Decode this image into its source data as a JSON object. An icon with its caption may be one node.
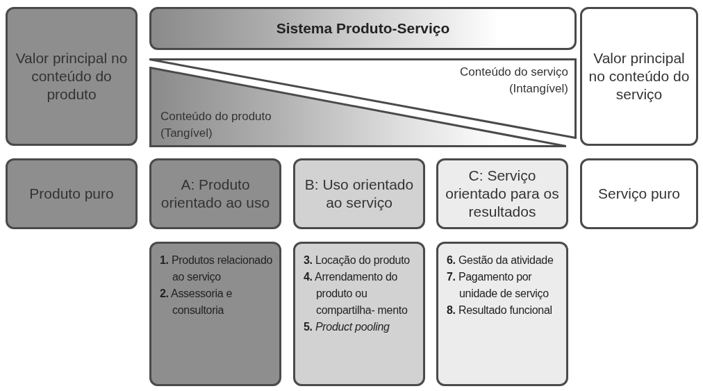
{
  "diagram": {
    "nodes": [
      {
        "text": [
          "Valor principal no conteúdo do produto"
        ]
      },
      {
        "text": [
          "Sistema Produto-Serviço"
        ]
      },
      {
        "text": [
          "Conteúdo do serviço (Intangível)"
        ]
      },
      {
        "text": [
          "Conteúdo do produto (Tangível)"
        ]
      },
      {
        "text": [
          "Valor principal no conteúdo do serviço"
        ]
      },
      {
        "text": [
          "Produto puro"
        ]
      },
      {
        "text": [
          "A: Produto orientado ao uso"
        ]
      },
      {
        "text": [
          "B: Uso orientado ao serviço"
        ]
      },
      {
        "text": [
          "C: Serviço orientado para os resultados"
        ]
      },
      {
        "text": [
          "Serviço puro"
        ]
      },
      {
        "text": [
          "**1.** Produtos relacionado ao serviço",
          "**2.** Assessoria e consultoria"
        ]
      },
      {
        "text": [
          "**3.** Locação do produto",
          "**4.** Arrendamento do produto ou compartilha- mento",
          "**5.** *Product pooling*"
        ]
      },
      {
        "text": [
          "**6.** Gestão da atividade",
          "**7.** Pagamento por unidade de serviço",
          "**8.** Resultado funcional"
        ]
      }
    ],
    "edges": []
  }
}
